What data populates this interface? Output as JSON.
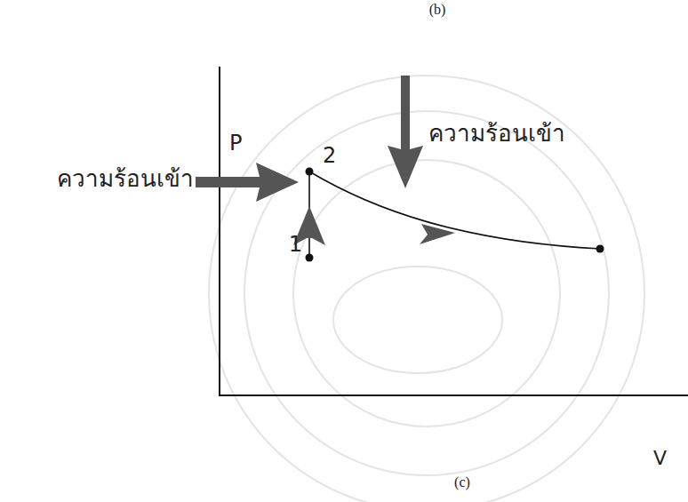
{
  "diagram": {
    "labels": [
      "(b)",
      "P",
      "ความร้อนเข้า",
      "2",
      "ความร้อนเข้า",
      "1",
      "V",
      "(c)"
    ]
  }
}
